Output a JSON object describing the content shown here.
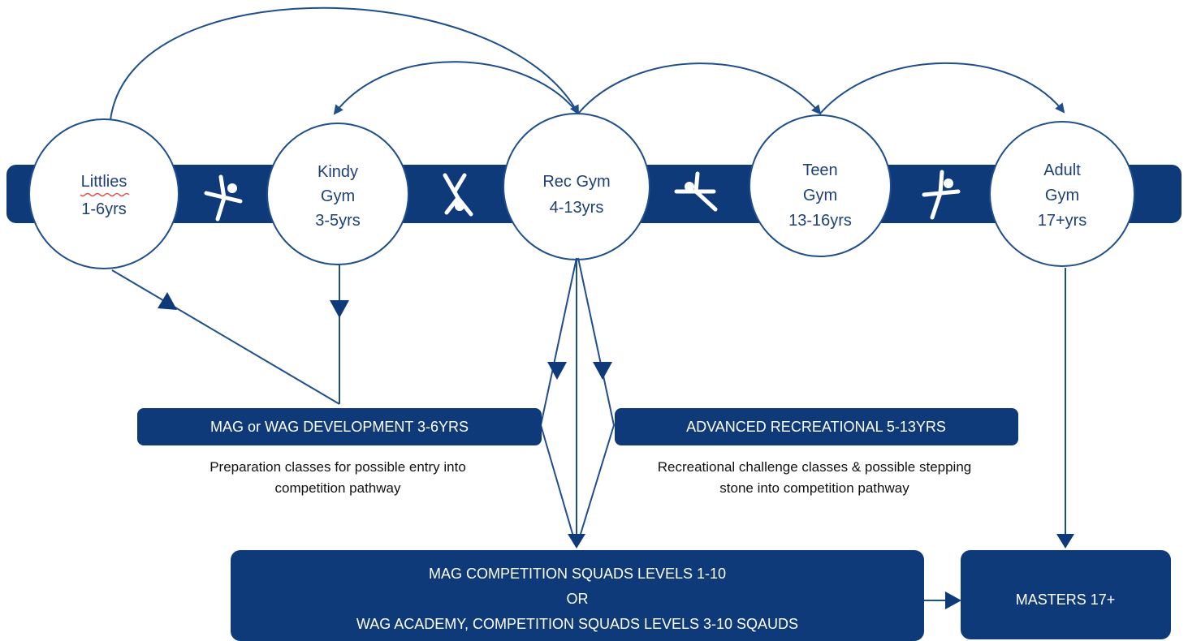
{
  "colors": {
    "navy": "#0f3a7a",
    "line": "#1f4e8c",
    "circle_text": "#1f3f7a",
    "white": "#ffffff",
    "squiggle": "#d9534f"
  },
  "stages": [
    {
      "id": "littlies",
      "line1": "Littlies",
      "line2": "1-6yrs"
    },
    {
      "id": "kindy",
      "line1": "Kindy",
      "line2": "Gym",
      "line3": "3-5yrs"
    },
    {
      "id": "rec",
      "line1": "Rec Gym",
      "line2": "4-13yrs"
    },
    {
      "id": "teen",
      "line1": "Teen",
      "line2": "Gym",
      "line3": "13-16yrs"
    },
    {
      "id": "adult",
      "line1": "Adult",
      "line2": "Gym",
      "line3": "17+yrs"
    }
  ],
  "figures": [
    "gymnast-figure-icon",
    "cartwheel-figure-icon",
    "gymnast-leap-icon",
    "gymnast-balance-icon"
  ],
  "development": {
    "label": "MAG or WAG DEVELOPMENT 3-6YRS",
    "desc1": "Preparation classes for possible entry into",
    "desc2": "competition pathway"
  },
  "advanced": {
    "label": "ADVANCED RECREATIONAL 5-13YRS",
    "desc1": "Recreational challenge classes & possible stepping",
    "desc2": "stone into competition pathway"
  },
  "competition": {
    "line1": "MAG COMPETITION SQUADS LEVELS 1-10",
    "line2": "OR",
    "line3": "WAG ACADEMY, COMPETITION SQUADS LEVELS 3-10 SQAUDS"
  },
  "masters": {
    "label": "MASTERS 17+"
  }
}
